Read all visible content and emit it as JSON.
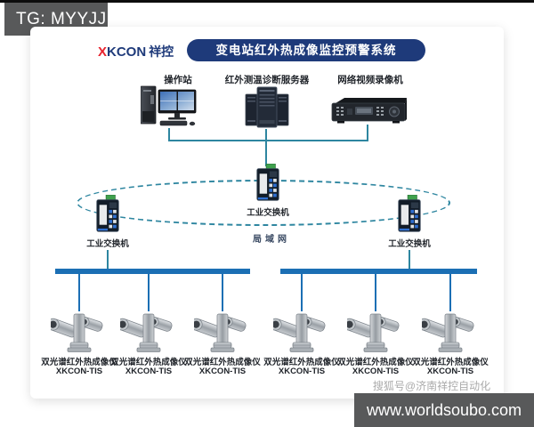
{
  "badges": {
    "tg": "TG: MYYJJPP",
    "watermark": "搜狐号@济南祥控自动化",
    "site": "www.worldsoubo.com"
  },
  "header": {
    "logo": {
      "accent": "X",
      "name": "KCON",
      "cn": "祥控"
    },
    "title": "变电站红外热成像监控预警系统"
  },
  "top_devices": [
    {
      "label": "操作站"
    },
    {
      "label": "红外测温诊断服务器"
    },
    {
      "label": "网络视频录像机"
    }
  ],
  "network": {
    "lan": "局域网",
    "switches": [
      {
        "label": "工业交换机"
      },
      {
        "label": "工业交换机"
      },
      {
        "label": "工业交换机"
      }
    ]
  },
  "cameras": {
    "items": [
      {
        "name": "双光谱红外热成像仪",
        "model": "XKCON-TIS"
      },
      {
        "name": "双光谱红外热成像仪",
        "model": "XKCON-TIS"
      },
      {
        "name": "双光谱红外热成像仪",
        "model": "XKCON-TIS"
      },
      {
        "name": "双光谱红外热成像仪",
        "model": "XKCON-TIS"
      },
      {
        "name": "双光谱红外热成像仪",
        "model": "XKCON-TIS"
      },
      {
        "name": "双光谱红外热成像仪",
        "model": "XKCON-TIS"
      }
    ]
  },
  "colors": {
    "brand_navy": "#1e3a7a",
    "accent_red": "#e8232e",
    "line_teal": "#2e86a0",
    "bus_blue": "#1b6fb4",
    "badge_gray": "#58595a"
  }
}
